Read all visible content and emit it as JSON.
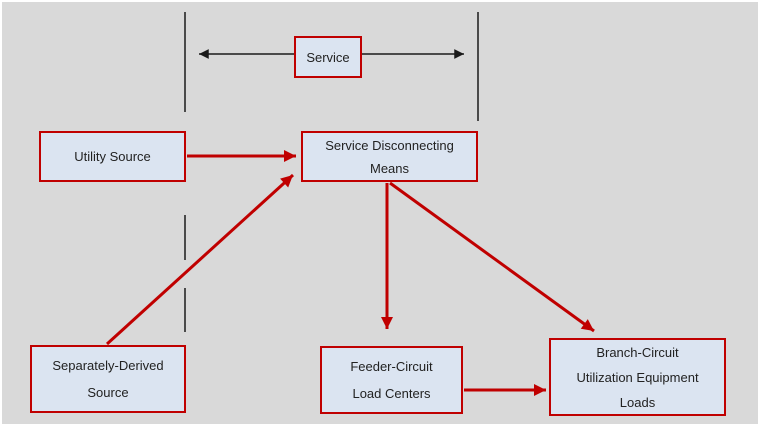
{
  "diagram": {
    "boxes": {
      "service": {
        "label": "Service"
      },
      "utility_source": {
        "label": "Utility Source"
      },
      "service_disconnecting_means": {
        "line1": "Service Disconnecting",
        "line2": "Means"
      },
      "separately_derived_source": {
        "line1": "Separately-Derived",
        "line2": "Source"
      },
      "feeder_circuit_load_centers": {
        "line1": "Feeder-Circuit",
        "line2": "Load Centers"
      },
      "branch_circuit_loads": {
        "line1": "Branch-Circuit",
        "line2": "Utilization Equipment",
        "line3": "Loads"
      }
    },
    "connections": [
      {
        "from": "utility_source",
        "to": "service_disconnecting_means",
        "style": "red-arrow"
      },
      {
        "from": "separately_derived_source",
        "to": "service_disconnecting_means",
        "style": "red-arrow"
      },
      {
        "from": "service_disconnecting_means",
        "to": "feeder_circuit_load_centers",
        "style": "red-arrow"
      },
      {
        "from": "service_disconnecting_means",
        "to": "branch_circuit_loads",
        "style": "red-arrow"
      },
      {
        "from": "feeder_circuit_load_centers",
        "to": "branch_circuit_loads",
        "style": "red-arrow"
      },
      {
        "from": "service",
        "to": "left-service-boundary",
        "style": "black-double-span-arrow"
      },
      {
        "from": "service",
        "to": "right-service-boundary",
        "style": "black-double-span-arrow"
      }
    ],
    "colors": {
      "canvas_background": "#d9d9d9",
      "page_background": "#ffffff",
      "box_fill": "#dbe4f1",
      "box_border": "#c00000",
      "red_arrow": "#c00000",
      "black_line": "#1a1a1a",
      "text": "#222222"
    }
  }
}
